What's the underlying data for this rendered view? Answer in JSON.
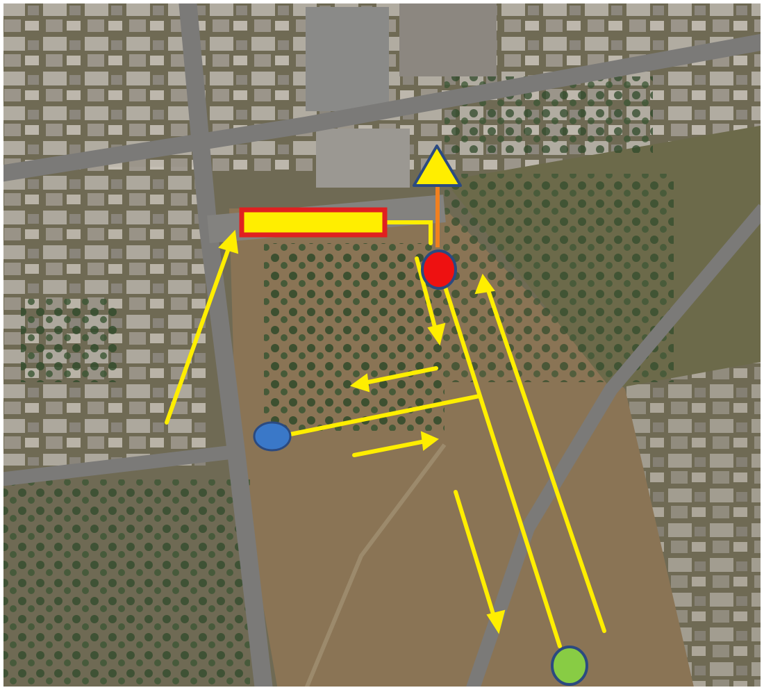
{
  "map": {
    "style": "satellite aerial photo with annotation overlay",
    "colors": {
      "route": "#ffee00",
      "connector": "#f08020",
      "bar_fill": "#ffee00",
      "bar_border": "#e02020",
      "marker_red": "#ee1111",
      "marker_blue": "#3a78c8",
      "marker_green": "#88cc44",
      "marker_outline": "#2b4a80",
      "triangle_fill": "#ffee00",
      "triangle_outline": "#2b4a80"
    },
    "markers": [
      {
        "name": "red-circle-marker",
        "color": "red"
      },
      {
        "name": "blue-circle-marker",
        "color": "blue"
      },
      {
        "name": "green-circle-marker",
        "color": "green"
      }
    ],
    "symbols": [
      "yellow-rectangle-bar",
      "yellow-triangle-marker"
    ],
    "annotations": [
      "route-lines",
      "direction-arrows"
    ]
  }
}
